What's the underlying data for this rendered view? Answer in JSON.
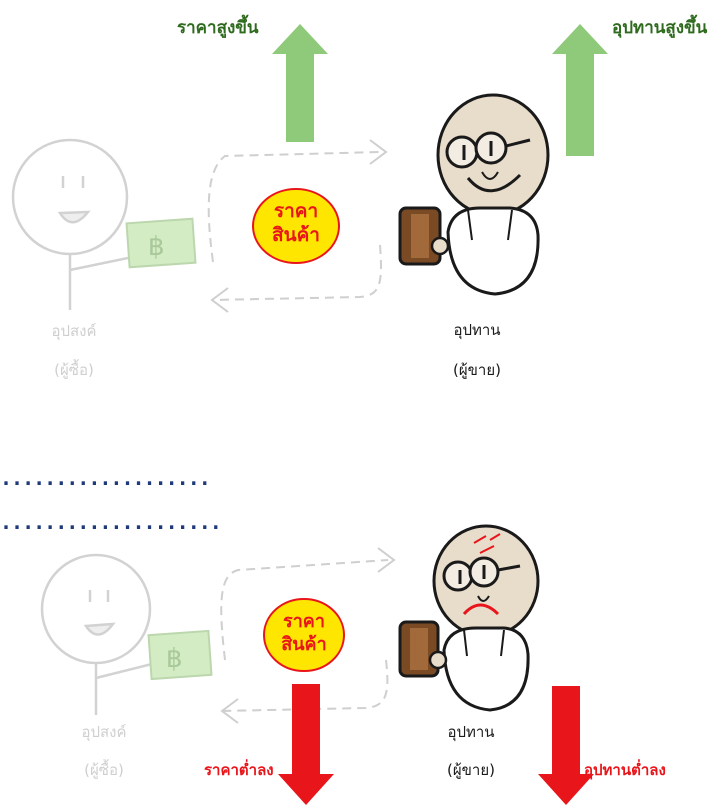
{
  "top": {
    "price_up_label": "ราคาสูงขึ้น",
    "supply_up_label": "อุปทานสูงขึ้น",
    "price_badge_line1": "ราคา",
    "price_badge_line2": "สินค้า",
    "demand_label": "อุปสงค์",
    "demand_sub": "(ผู้ซื้อ)",
    "supply_label": "อุปทาน",
    "supply_sub": "(ผู้ขาย)"
  },
  "separator": {
    "line1": "...................",
    "line2": "...................."
  },
  "bottom": {
    "price_down_label": "ราคาต่ำลง",
    "supply_down_label": "อุปทานต่ำลง",
    "price_badge_line1": "ราคา",
    "price_badge_line2": "สินค้า",
    "demand_label": "อุปสงค์",
    "demand_sub": "(ผู้ซื้อ)",
    "supply_label": "อุปทาน",
    "supply_sub": "(ผู้ขาย)"
  },
  "colors": {
    "up_arrow": "#8fc97a",
    "down_arrow": "#e8161b",
    "up_text": "#2f6b1e",
    "down_text": "#e8161b",
    "badge_fill": "#ffe600",
    "badge_stroke": "#e8161b",
    "faded": "#cfcfcf"
  }
}
